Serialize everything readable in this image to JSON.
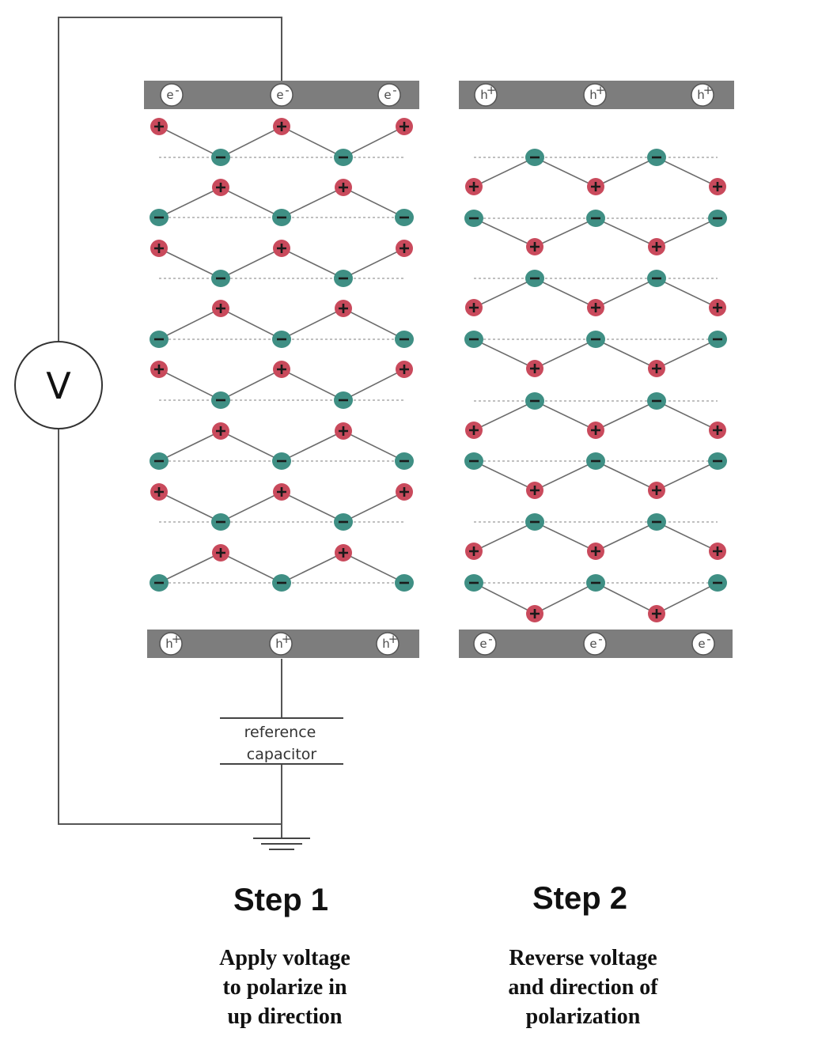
{
  "voltmeter": {
    "label": "V"
  },
  "capacitor": {
    "line1": "reference",
    "line2": "capacitor"
  },
  "step1": {
    "top_plate": {
      "label": "e-",
      "base": "e",
      "sup": "-"
    },
    "bottom_plate": {
      "label": "h+",
      "base": "h",
      "sup": "+"
    },
    "title": "Step 1",
    "description": [
      "Apply voltage",
      "to polarize in",
      "up direction"
    ]
  },
  "step2": {
    "top_plate": {
      "label": "h+",
      "base": "h",
      "sup": "+"
    },
    "bottom_plate": {
      "label": "e-",
      "base": "e",
      "sup": "-"
    },
    "title": "Step 2",
    "description": [
      "Reverse voltage",
      "and direction of",
      "polarization"
    ]
  },
  "colors": {
    "plate": "#7d7d7d",
    "positive_ion": "#c94a5c",
    "positive_ion_faded": "#efc6cc",
    "negative_ion": "#3f8f84",
    "wire": "#555555",
    "bond": "#6b6b6b"
  },
  "icons": {
    "positive": "plus-ion-icon",
    "negative": "minus-ion-icon",
    "ground": "ground-icon",
    "voltmeter": "voltmeter-icon"
  }
}
